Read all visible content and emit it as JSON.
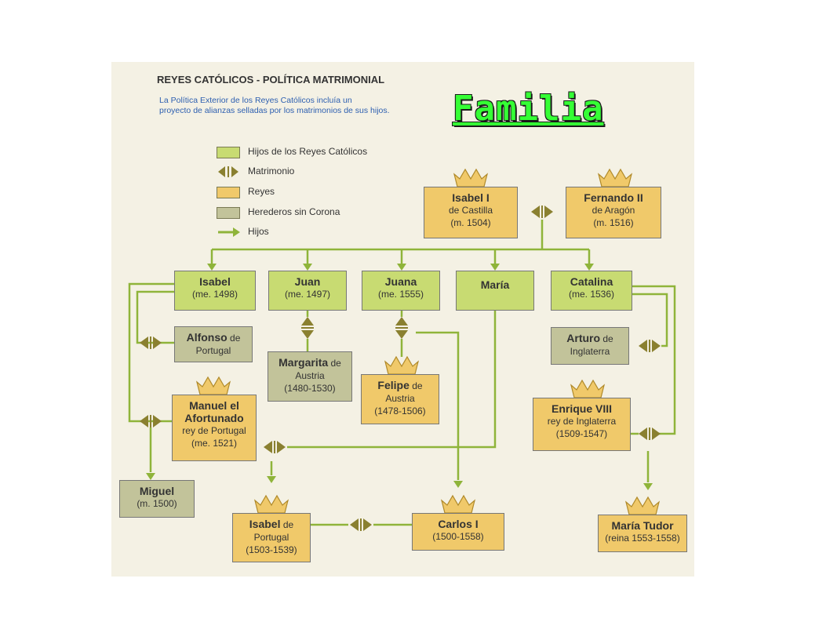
{
  "banner_title": "Familia",
  "heading": "REYES CATÓLICOS - POLÍTICA MATRIMONIAL",
  "intro_lines": [
    "La Política Exterior de los Reyes Católicos incluía un",
    "proyecto de alianzas selladas por los matrimonios de sus hijos."
  ],
  "legend": [
    {
      "label": "Hijos de los Reyes Católicos",
      "color": "#c8db72",
      "kind": "swatch"
    },
    {
      "label": "Matrimonio",
      "color": "#8a8030",
      "kind": "marriage-icon"
    },
    {
      "label": "Reyes",
      "color": "#f0c96a",
      "kind": "swatch"
    },
    {
      "label": "Herederos sin Corona",
      "color": "#c2c39a",
      "kind": "swatch"
    },
    {
      "label": "Hijos",
      "color": "#8fb43a",
      "kind": "arrow"
    }
  ],
  "colors": {
    "children": "#c8db72",
    "kings": "#f0c96a",
    "heirs": "#c2c39a",
    "lines": "#8fb43a",
    "panel": "#f4f1e4"
  },
  "people": {
    "isabel_i": {
      "name": "Isabel I",
      "l1": "de Castilla",
      "l2": "(m. 1504)"
    },
    "fernando": {
      "name": "Fernando II",
      "l1": "de Aragón",
      "l2": "(m. 1516)"
    },
    "isabel": {
      "name": "Isabel",
      "l1": "(me. 1498)"
    },
    "juan": {
      "name": "Juan",
      "l1": "(me. 1497)"
    },
    "juana": {
      "name": "Juana",
      "l1": "(me. 1555)"
    },
    "maria": {
      "name": "María"
    },
    "catalina": {
      "name": "Catalina",
      "l1": "(me. 1536)"
    },
    "alfonso": {
      "name": "Alfonso",
      "tail": " de",
      "l1": "Portugal"
    },
    "margarita": {
      "name": "Margarita",
      "tail": " de",
      "l1": "Austria",
      "l2": "(1480-1530)"
    },
    "felipe": {
      "name": "Felipe",
      "tail": " de",
      "l1": "Austria",
      "l2": "(1478-1506)"
    },
    "arturo": {
      "name": "Arturo",
      "tail": " de",
      "l1": "Inglaterra"
    },
    "manuel": {
      "name": "Manuel el",
      "name2": "Afortunado",
      "l1": "rey de Portugal",
      "l2": "(me. 1521)"
    },
    "enrique": {
      "name": "Enrique VIII",
      "l1": "rey de Inglaterra",
      "l2": "(1509-1547)"
    },
    "miguel": {
      "name": "Miguel",
      "l1": "(m. 1500)"
    },
    "isabel_portugal": {
      "name": "Isabel",
      "tail": " de",
      "l1": "Portugal",
      "l2": "(1503-1539)"
    },
    "carlos": {
      "name": "Carlos I",
      "l1": "(1500-1558)"
    },
    "maria_tudor": {
      "name": "María Tudor",
      "l1": "(reina 1553-1558)"
    }
  }
}
